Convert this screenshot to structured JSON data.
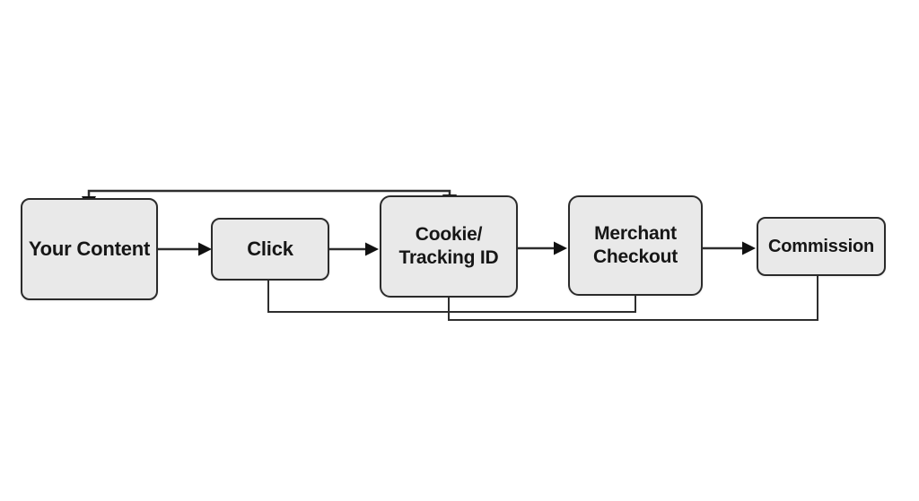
{
  "diagram": {
    "type": "flowchart",
    "topic": "affiliate link tracking flow",
    "background_color": "#ffffff",
    "node_fill_color": "#e9e9e9",
    "node_border_color": "#2b2b2b",
    "connector_color": "#2e2e2e",
    "arrowhead_color": "#111111",
    "text_color": "#161616",
    "nodes": [
      {
        "id": "your-content",
        "lines": [
          "Your Content"
        ]
      },
      {
        "id": "click",
        "lines": [
          "Click"
        ]
      },
      {
        "id": "cookie-tracking-id",
        "lines": [
          "Cookie/",
          "Tracking ID"
        ]
      },
      {
        "id": "merchant-checkout",
        "lines": [
          "Merchant",
          "Checkout"
        ]
      },
      {
        "id": "commission",
        "lines": [
          "Commission"
        ]
      }
    ],
    "edges": [
      {
        "from": "your-content",
        "to": "click",
        "style": "horizontal-arrow-right"
      },
      {
        "from": "click",
        "to": "cookie-tracking-id",
        "style": "horizontal-arrow-right"
      },
      {
        "from": "cookie-tracking-id",
        "to": "merchant-checkout",
        "style": "horizontal-arrow-right"
      },
      {
        "from": "merchant-checkout",
        "to": "commission",
        "style": "horizontal-arrow-right"
      },
      {
        "between": [
          "your-content",
          "cookie-tracking-id"
        ],
        "style": "top-loop",
        "description": "line above boxes with downward arrowheads into the top of both boxes"
      },
      {
        "from": "click",
        "to": "merchant-checkout",
        "style": "bottom-link-no-arrow"
      },
      {
        "from": "cookie-tracking-id",
        "to": "commission",
        "style": "bottom-link-no-arrow"
      }
    ]
  }
}
